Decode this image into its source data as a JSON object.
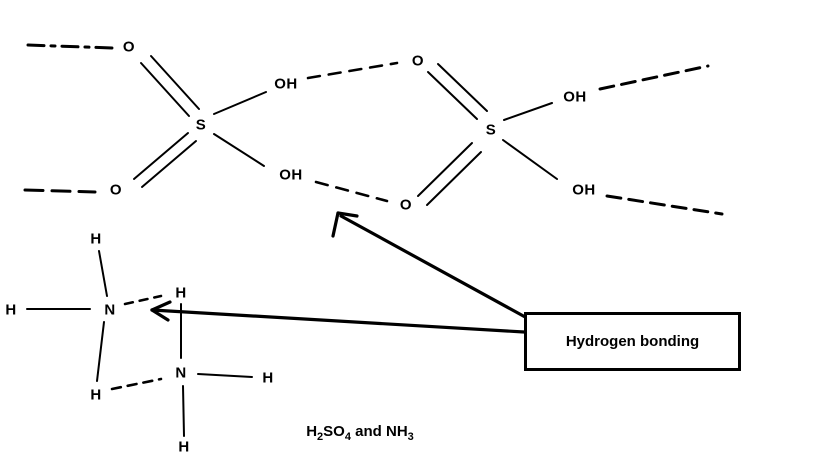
{
  "diagram": {
    "box_label": "Hydrogen bonding",
    "caption": {
      "p1": "H",
      "s1": "2",
      "p2": "SO",
      "s2": "4",
      "p3": " and NH",
      "s3": "3"
    },
    "atoms": {
      "o1_top": "O",
      "oh1_top": "OH",
      "s1": "S",
      "o1_bottom": "O",
      "oh1_bottom": "OH",
      "o2_top": "O",
      "oh2_top": "OH",
      "s2": "S",
      "o2_bottom": "O",
      "oh2_bottom": "OH",
      "h1_top": "H",
      "h1_left": "H",
      "n1": "N",
      "h_shared": "H",
      "n2": "N",
      "h2_left": "H",
      "h2_right": "H",
      "h2_bottom": "H"
    },
    "colors": {
      "ink": "#000000",
      "background": "#ffffff"
    }
  }
}
